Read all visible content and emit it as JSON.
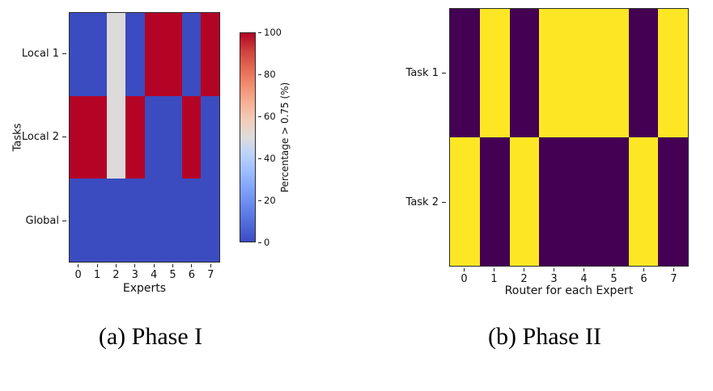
{
  "chart_data": [
    {
      "type": "heatmap",
      "panel": "a",
      "caption": "(a) Phase I",
      "xlabel": "Experts",
      "ylabel": "Tasks",
      "x_categories": [
        "0",
        "1",
        "2",
        "3",
        "4",
        "5",
        "6",
        "7"
      ],
      "y_categories": [
        "Local 1",
        "Local 2",
        "Global"
      ],
      "values": [
        [
          0,
          0,
          50,
          0,
          100,
          100,
          0,
          100
        ],
        [
          100,
          100,
          50,
          100,
          0,
          0,
          100,
          0
        ],
        [
          0,
          0,
          0,
          0,
          0,
          0,
          0,
          0
        ]
      ],
      "vmin": 0,
      "vmax": 100,
      "colormap": "coolwarm",
      "color_scale": {
        "0": "#3b4cc0",
        "50": "#dcdbd9",
        "100": "#b40426"
      },
      "colorbar": {
        "label": "Percentage > 0.75 (%)",
        "ticks": [
          "100",
          "80",
          "60",
          "40",
          "20",
          "0"
        ],
        "position": "right"
      },
      "grid": false
    },
    {
      "type": "heatmap",
      "panel": "b",
      "caption": "(b) Phase II",
      "xlabel": "Router for each Expert",
      "x_categories": [
        "0",
        "1",
        "2",
        "3",
        "4",
        "5",
        "6",
        "7"
      ],
      "y_categories": [
        "Task 1",
        "Task 2"
      ],
      "values": [
        [
          0,
          1,
          0,
          1,
          1,
          1,
          0,
          1
        ],
        [
          1,
          0,
          1,
          0,
          0,
          0,
          1,
          0
        ]
      ],
      "vmin": 0,
      "vmax": 1,
      "colormap": "viridis",
      "color_scale": {
        "0": "#440154",
        "1": "#fde725"
      },
      "grid": false
    }
  ]
}
